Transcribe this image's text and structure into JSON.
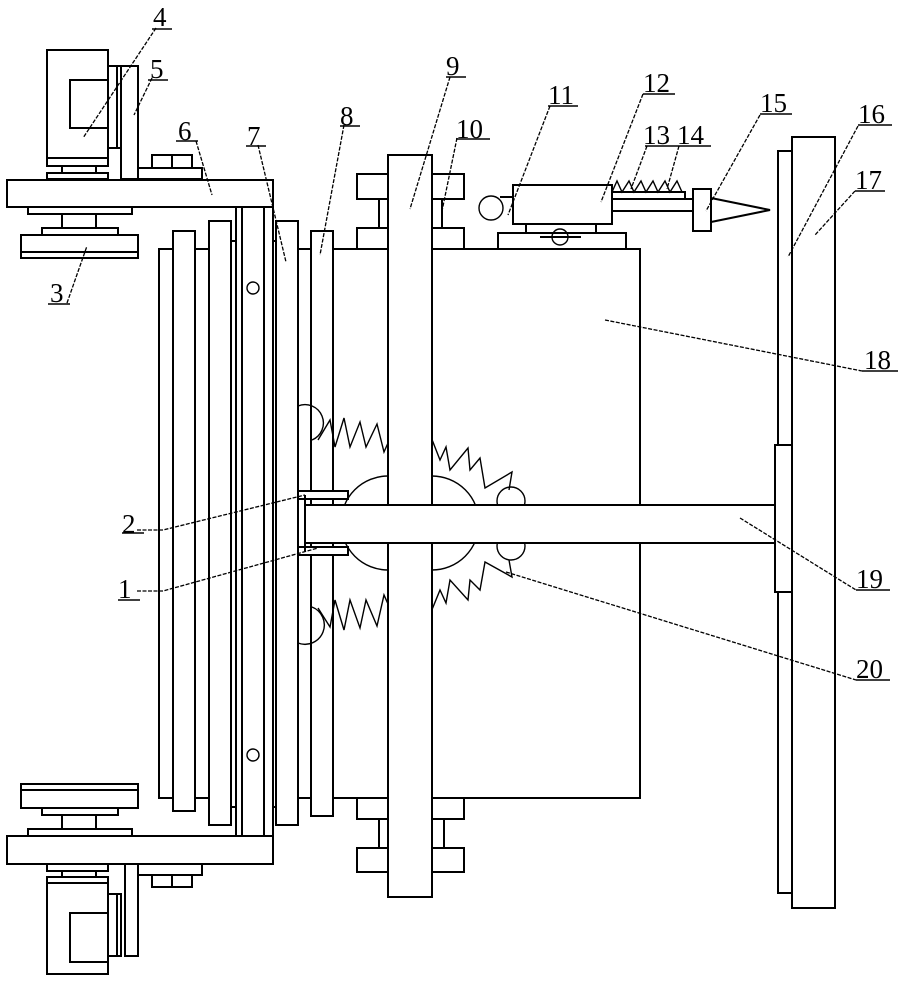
{
  "figure": {
    "type": "mechanical patent drawing",
    "line_color": "#000000",
    "background_color": "#ffffff"
  },
  "labels": [
    {
      "id": "1",
      "text": "1"
    },
    {
      "id": "2",
      "text": "2"
    },
    {
      "id": "3",
      "text": "3"
    },
    {
      "id": "4",
      "text": "4"
    },
    {
      "id": "5",
      "text": "5"
    },
    {
      "id": "6",
      "text": "6"
    },
    {
      "id": "7",
      "text": "7"
    },
    {
      "id": "8",
      "text": "8"
    },
    {
      "id": "9",
      "text": "9"
    },
    {
      "id": "10",
      "text": "10"
    },
    {
      "id": "11",
      "text": "11"
    },
    {
      "id": "12",
      "text": "12"
    },
    {
      "id": "13",
      "text": "13"
    },
    {
      "id": "14",
      "text": "14"
    },
    {
      "id": "15",
      "text": "15"
    },
    {
      "id": "16",
      "text": "16"
    },
    {
      "id": "17",
      "text": "17"
    },
    {
      "id": "18",
      "text": "18"
    },
    {
      "id": "19",
      "text": "19"
    },
    {
      "id": "20",
      "text": "20"
    }
  ]
}
